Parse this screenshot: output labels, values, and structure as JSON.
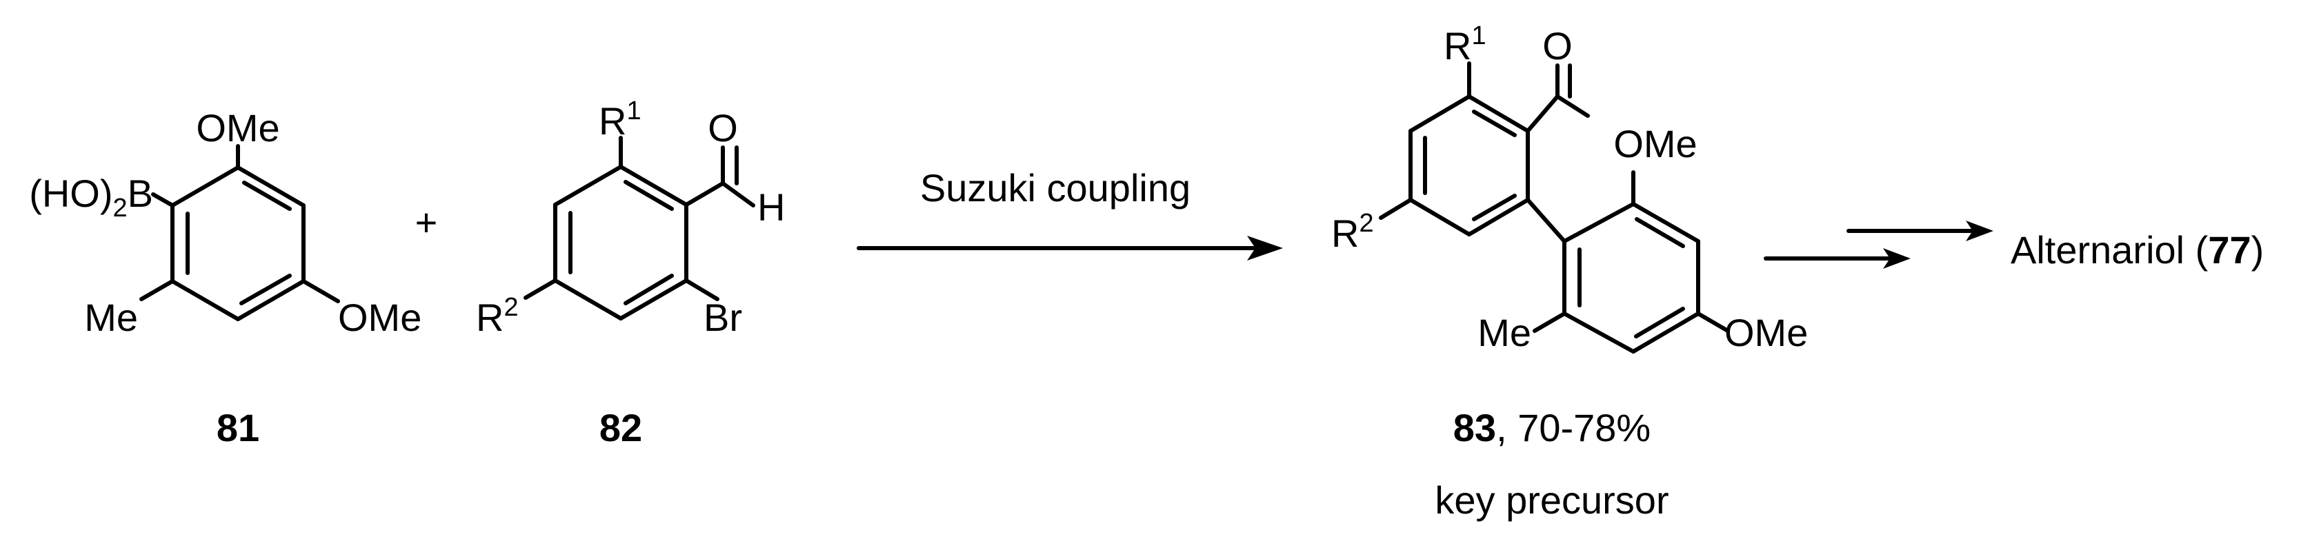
{
  "scheme": {
    "plus_sign": "+",
    "compound_81": {
      "id": "81",
      "sub_ome_top": "OMe",
      "sub_ome_right": "OMe",
      "sub_me": "Me",
      "sub_boron_prefix": "(HO)",
      "sub_boron_subscript": "2",
      "sub_boron_suffix": "B"
    },
    "compound_82": {
      "id": "82",
      "sub_r1_base": "R",
      "sub_r1_sup": "1",
      "sub_r2_base": "R",
      "sub_r2_sup": "2",
      "sub_o": "O",
      "sub_h": "H",
      "sub_br": "Br"
    },
    "reaction_arrow": {
      "label": "Suzuki coupling"
    },
    "compound_83": {
      "id": "83",
      "yield": ", 70-78%",
      "caption": "key precursor",
      "sub_r1_base": "R",
      "sub_r1_sup": "1",
      "sub_r2_base": "R",
      "sub_r2_sup": "2",
      "sub_o": "O",
      "sub_ome_top": "OMe",
      "sub_ome_bottom": "OMe",
      "sub_me": "Me"
    },
    "product": {
      "name": "Alternariol (",
      "id": "77",
      "close": ")"
    }
  }
}
